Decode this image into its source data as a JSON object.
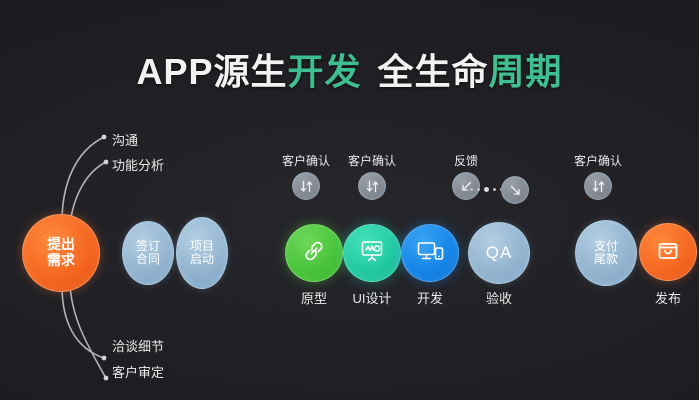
{
  "title": {
    "segments": [
      {
        "text": "APP源生",
        "accent": false
      },
      {
        "text": "开发",
        "accent": true
      },
      {
        "text": "全生命",
        "accent": false
      },
      {
        "text": "周期",
        "accent": true
      }
    ],
    "full_text": "APP源生开发 全生命周期"
  },
  "colors": {
    "background": "#1f1f23",
    "accent_green": "#3fbf8f",
    "node_orange": "#f4651f",
    "node_steel_blue": "#92b4cf",
    "node_green": "#49c33a",
    "node_teal": "#21c9a2",
    "node_blue": "#1484e8",
    "marker_gray": "#7e858e",
    "text_light": "#eaeaea"
  },
  "flow": {
    "nodes": [
      {
        "id": "requirement",
        "label": "提出需求",
        "label_lines": [
          "提出",
          "需求"
        ],
        "style": "orange",
        "icon": "none",
        "caption": ""
      },
      {
        "id": "contract",
        "label": "签订合同",
        "label_lines": [
          "签订",
          "合同"
        ],
        "style": "steel",
        "icon": "none",
        "caption": ""
      },
      {
        "id": "kickoff",
        "label": "项目启动",
        "label_lines": [
          "项目",
          "启动"
        ],
        "style": "steel",
        "icon": "none",
        "caption": ""
      },
      {
        "id": "prototype",
        "label": "",
        "label_lines": [],
        "style": "green",
        "icon": "chain-link-icon",
        "caption": "原型"
      },
      {
        "id": "uidesign",
        "label": "",
        "label_lines": [],
        "style": "teal",
        "icon": "whiteboard-icon",
        "caption": "UI设计"
      },
      {
        "id": "development",
        "label": "",
        "label_lines": [],
        "style": "blue",
        "icon": "devices-icon",
        "caption": "开发"
      },
      {
        "id": "qa",
        "label": "QA",
        "label_lines": [
          "QA"
        ],
        "style": "steel",
        "icon": "none",
        "caption": "验收"
      },
      {
        "id": "final-payment",
        "label": "支付尾款",
        "label_lines": [
          "支付",
          "尾款"
        ],
        "style": "steel",
        "icon": "none",
        "caption": ""
      },
      {
        "id": "release",
        "label": "",
        "label_lines": [],
        "style": "orange",
        "icon": "shopping-bag-icon",
        "caption": "发布"
      }
    ]
  },
  "branches": {
    "top": [
      {
        "id": "communication",
        "label": "沟通"
      },
      {
        "id": "function-analysis",
        "label": "功能分析"
      }
    ],
    "bottom": [
      {
        "id": "negotiate-details",
        "label": "洽谈细节"
      },
      {
        "id": "client-approval",
        "label": "客户审定"
      }
    ]
  },
  "markers": [
    {
      "id": "confirm-prototype",
      "label": "客户确认",
      "icon": "up-down-arrows-icon"
    },
    {
      "id": "confirm-uidesign",
      "label": "客户确认",
      "icon": "up-down-arrows-icon"
    },
    {
      "id": "feedback",
      "label": "反馈",
      "icon": "feedback-loop-icon"
    },
    {
      "id": "confirm-payment",
      "label": "客户确认",
      "icon": "up-down-arrows-icon"
    }
  ]
}
